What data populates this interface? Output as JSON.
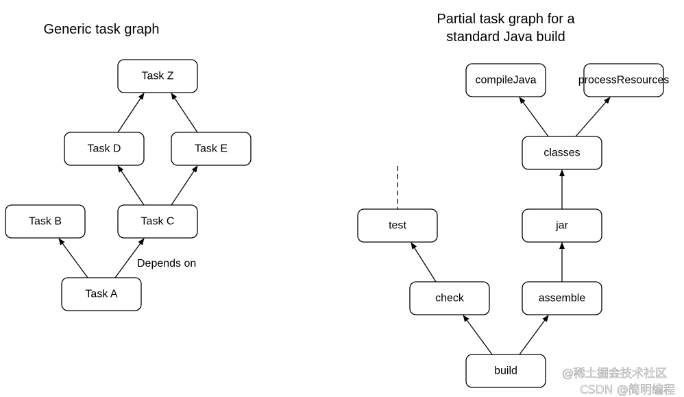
{
  "generic": {
    "title": "Generic task graph",
    "edge_label": "Depends on",
    "nodes": {
      "z": "Task Z",
      "d": "Task D",
      "e": "Task E",
      "b": "Task B",
      "c": "Task C",
      "a": "Task A"
    },
    "edges": [
      [
        "a",
        "b"
      ],
      [
        "a",
        "c"
      ],
      [
        "c",
        "d"
      ],
      [
        "c",
        "e"
      ],
      [
        "d",
        "z"
      ],
      [
        "e",
        "z"
      ]
    ]
  },
  "java": {
    "title_line1": "Partial task graph for a",
    "title_line2": "standard Java build",
    "nodes": {
      "compileJava": "compileJava",
      "processResources": "processResources",
      "classes": "classes",
      "test": "test",
      "jar": "jar",
      "check": "check",
      "assemble": "assemble",
      "build": "build"
    },
    "edges": [
      [
        "build",
        "check"
      ],
      [
        "build",
        "assemble"
      ],
      [
        "check",
        "test"
      ],
      [
        "assemble",
        "jar"
      ],
      [
        "jar",
        "classes"
      ],
      [
        "classes",
        "compileJava"
      ],
      [
        "classes",
        "processResources"
      ]
    ]
  },
  "watermark": {
    "line1": "@稀土掘金技术社区",
    "line2": "CSDN @简明编程"
  }
}
